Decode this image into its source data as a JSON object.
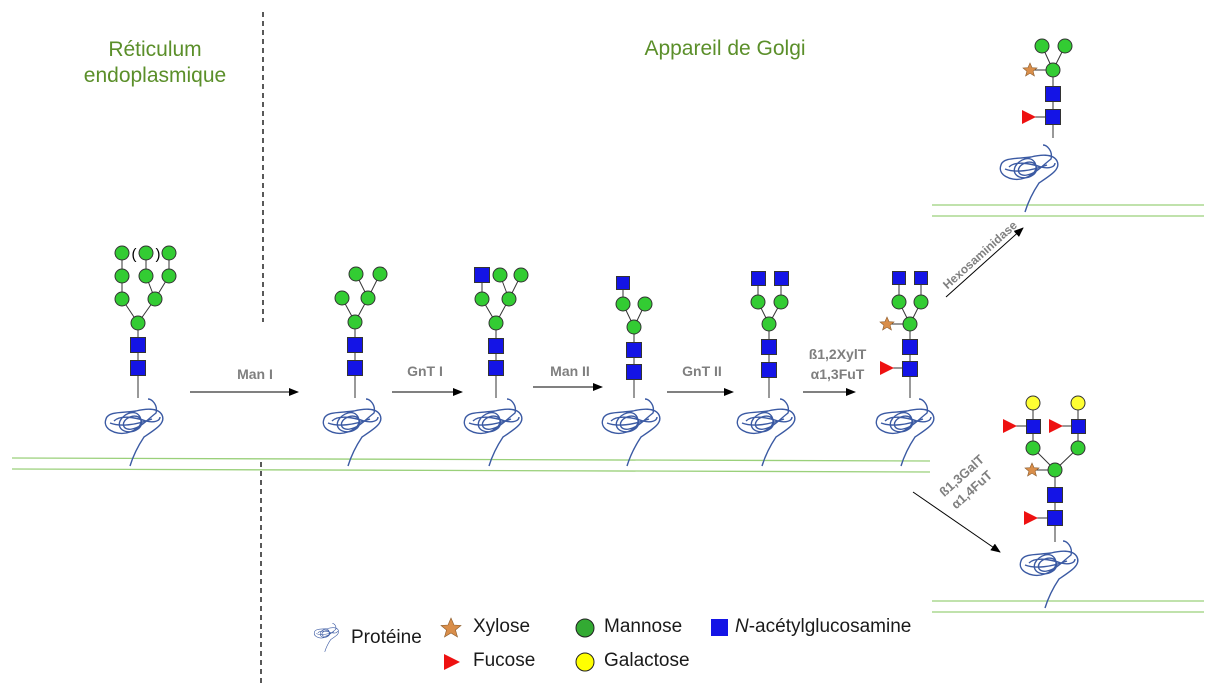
{
  "regions": {
    "er_line1": "Réticulum",
    "er_line2": "endoplasmique",
    "golgi": "Appareil de Golgi"
  },
  "enzymes": {
    "man1": "Man I",
    "gnt1": "GnT I",
    "man2": "Man II",
    "gnt2": "GnT II",
    "xylt": "ß1,2XylT",
    "fut13": "α1,3FuT",
    "hexo": "Hexosaminidase",
    "galt": "ß1,3GalT",
    "fut14": "α1,4FuT"
  },
  "glycan_marks": {
    "parenthesis_open": "(",
    "parenthesis_close": ")"
  },
  "legend": {
    "protein": "Protéine",
    "xylose": "Xylose",
    "fucose": "Fucose",
    "mannose": "Mannose",
    "galactose": "Galactose",
    "glcnac_italic": "N",
    "glcnac_rest": "-acétylglucosamine"
  },
  "colors": {
    "mannose": "#33cc33",
    "glcnac": "#1414e6",
    "fucose": "#ee1111",
    "xylose": "#d98e4a",
    "galactose": "#ffff33",
    "membrane": "#9ad07a",
    "protein": "#3b5aa3",
    "title": "#5b8f2a",
    "enzyme_text": "#7f7f7f"
  }
}
